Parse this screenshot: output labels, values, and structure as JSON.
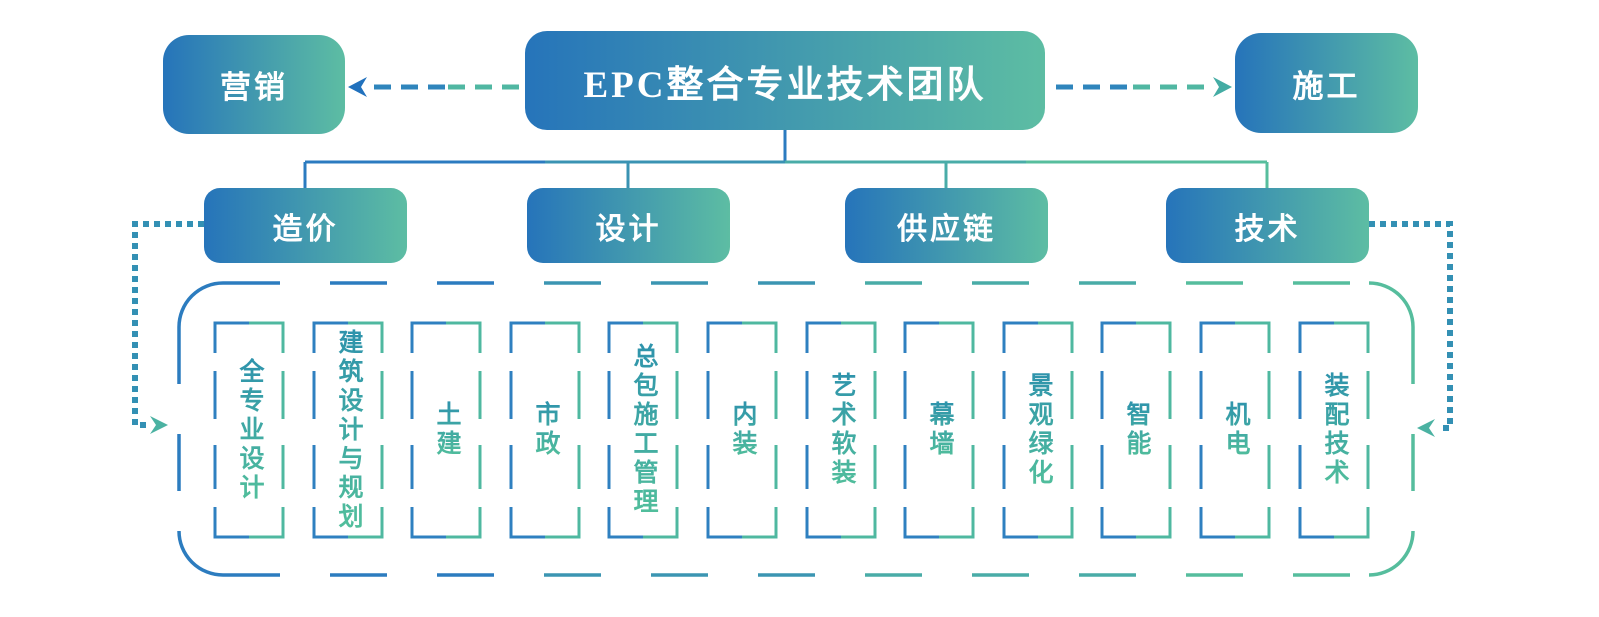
{
  "diagram": {
    "root": {
      "label": "EPC整合专业技术团队"
    },
    "left_branch": {
      "label": "营销"
    },
    "right_branch": {
      "label": "施工"
    },
    "departments": [
      {
        "label": "造价"
      },
      {
        "label": "设计"
      },
      {
        "label": "供应链"
      },
      {
        "label": "技术"
      }
    ],
    "specialties": [
      "全专业设计",
      "建筑设计与规划",
      "土建",
      "市政",
      "总包施工管理",
      "内装",
      "艺术软装",
      "幕墙",
      "景观绿化",
      "智能",
      "机电",
      "装配技术"
    ],
    "colors": {
      "gradient_blue": "#2674BA",
      "gradient_green": "#5DBDA3",
      "connector_blue": "#2B7BC0",
      "connector_green": "#57BE9D",
      "dotted_teal": "#3390B4",
      "item_text_teal": "#3EAE9D"
    }
  }
}
